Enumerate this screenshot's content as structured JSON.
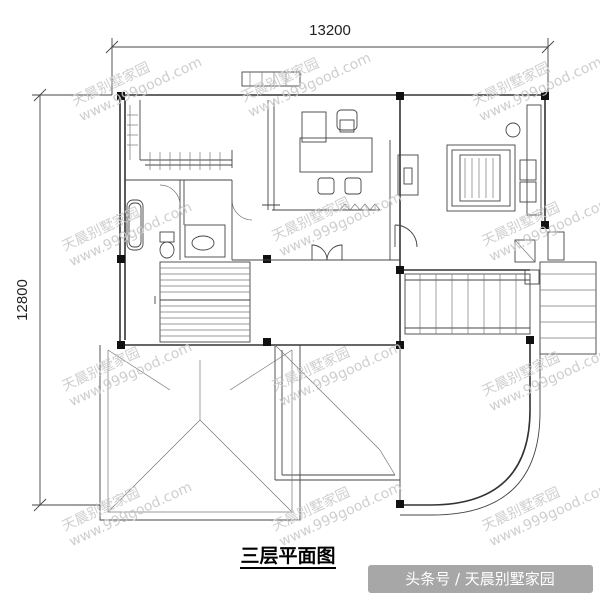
{
  "dimensions": {
    "width_label": "13200",
    "height_label": "12800"
  },
  "title": "三层平面图",
  "credit": "头条号 / 天晨别墅家园",
  "watermark": {
    "brand": "天晨别墅家园",
    "site": "www.999good.com"
  },
  "colors": {
    "line": "#333333",
    "watermark": "#c9c9c9",
    "background": "#ffffff"
  }
}
